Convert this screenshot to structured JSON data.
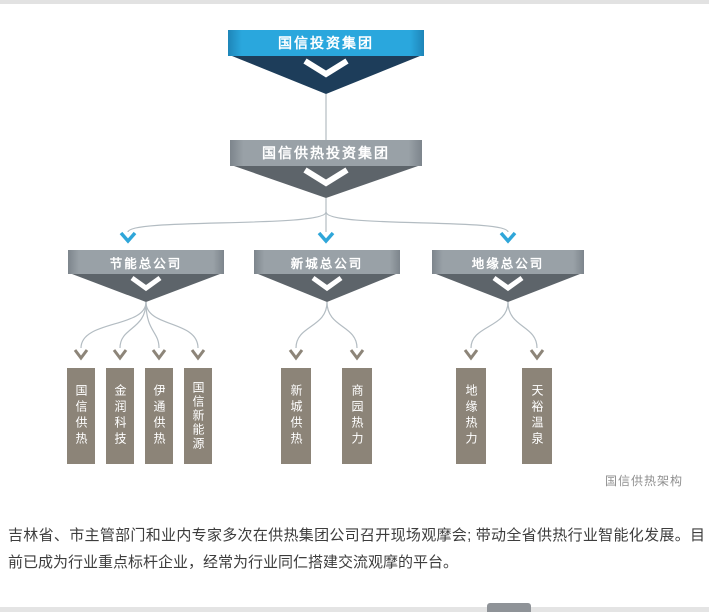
{
  "meta": {
    "caption": "国信供热架构"
  },
  "org": {
    "root": "国信投资集团",
    "holding": "国信供热投资集团",
    "groups": [
      {
        "label": "节能总公司",
        "children": [
          "国信供热",
          "金润科技",
          "伊通供热",
          "国信新能源"
        ]
      },
      {
        "label": "新城总公司",
        "children": [
          "新城供热",
          "商园热力"
        ]
      },
      {
        "label": "地缘总公司",
        "children": [
          "地缘热力",
          "天裕温泉"
        ]
      }
    ]
  },
  "article": {
    "paragraph": "吉林省、市主管部门和业内专家多次在供热集团公司召开现场观摩会; 带动全省供热行业智能化发展。目前已成为行业重点标杆企业，经常为行业同仁搭建交流观摩的平台。"
  },
  "colors": {
    "root_banner": "#2aa7dd",
    "root_pennant": "#1d3d5a",
    "gray_banner": "#99a1a7",
    "gray_pennant": "#5d646a",
    "node_box": "#8c8478",
    "connector_line": "#b3bcc2",
    "arrow_blue": "#2fa6d9",
    "arrow_gray": "#8d8579",
    "caption_text": "#8f8f8f"
  }
}
